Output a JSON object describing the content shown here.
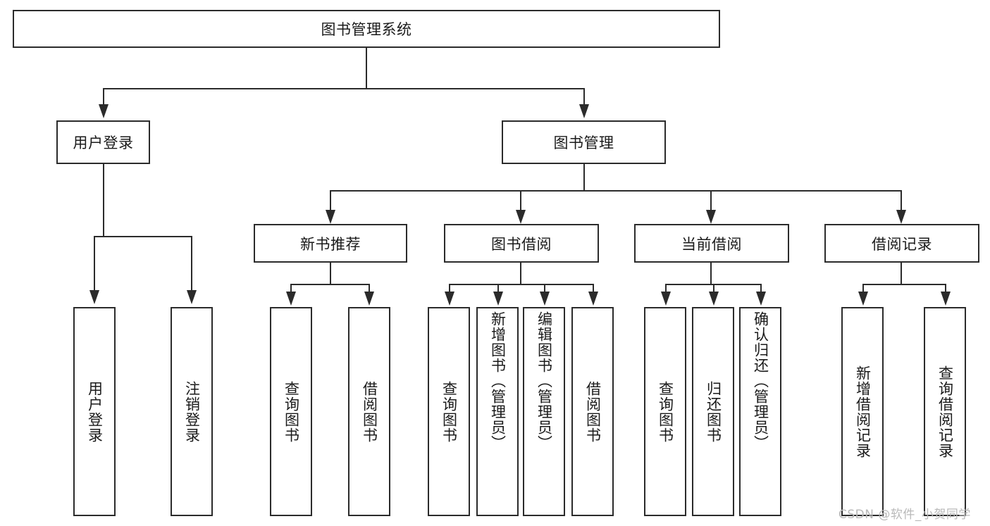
{
  "diagram": {
    "title": "图书管理系统",
    "type": "function-tree",
    "root": {
      "label": "图书管理系统"
    },
    "level2": [
      {
        "id": "user-login",
        "label": "用户登录"
      },
      {
        "id": "book-management",
        "label": "图书管理"
      }
    ],
    "level3": [
      {
        "id": "new-book-recommend",
        "label": "新书推荐",
        "parent": "book-management"
      },
      {
        "id": "book-borrow",
        "label": "图书借阅",
        "parent": "book-management"
      },
      {
        "id": "current-borrow",
        "label": "当前借阅",
        "parent": "book-management"
      },
      {
        "id": "borrow-record",
        "label": "借阅记录",
        "parent": "book-management"
      }
    ],
    "leaves": {
      "user-login": [
        {
          "id": "leaf-user-login",
          "label": "用户登录"
        },
        {
          "id": "leaf-logout",
          "label": "注销登录"
        }
      ],
      "new-book-recommend": [
        {
          "id": "leaf-query-book-1",
          "label": "查询图书"
        },
        {
          "id": "leaf-borrow-book-1",
          "label": "借阅图书"
        }
      ],
      "book-borrow": [
        {
          "id": "leaf-query-book-2",
          "label": "查询图书"
        },
        {
          "id": "leaf-add-book",
          "label": "新增图书（管理员）"
        },
        {
          "id": "leaf-edit-book",
          "label": "编辑图书（管理员）"
        },
        {
          "id": "leaf-borrow-book-2",
          "label": "借阅图书"
        }
      ],
      "current-borrow": [
        {
          "id": "leaf-query-book-3",
          "label": "查询图书"
        },
        {
          "id": "leaf-return-book",
          "label": "归还图书"
        },
        {
          "id": "leaf-confirm-return",
          "label": "确认归还（管理员）"
        }
      ],
      "borrow-record": [
        {
          "id": "leaf-add-record",
          "label": "新增借阅记录"
        },
        {
          "id": "leaf-query-record",
          "label": "查询借阅记录"
        }
      ]
    }
  },
  "watermark": {
    "text": "CSDN @软件_小贺同学"
  },
  "colors": {
    "stroke": "#2b2b2b",
    "background": "#ffffff",
    "text": "#1a1a1a",
    "watermark": "#b9b9b9"
  }
}
